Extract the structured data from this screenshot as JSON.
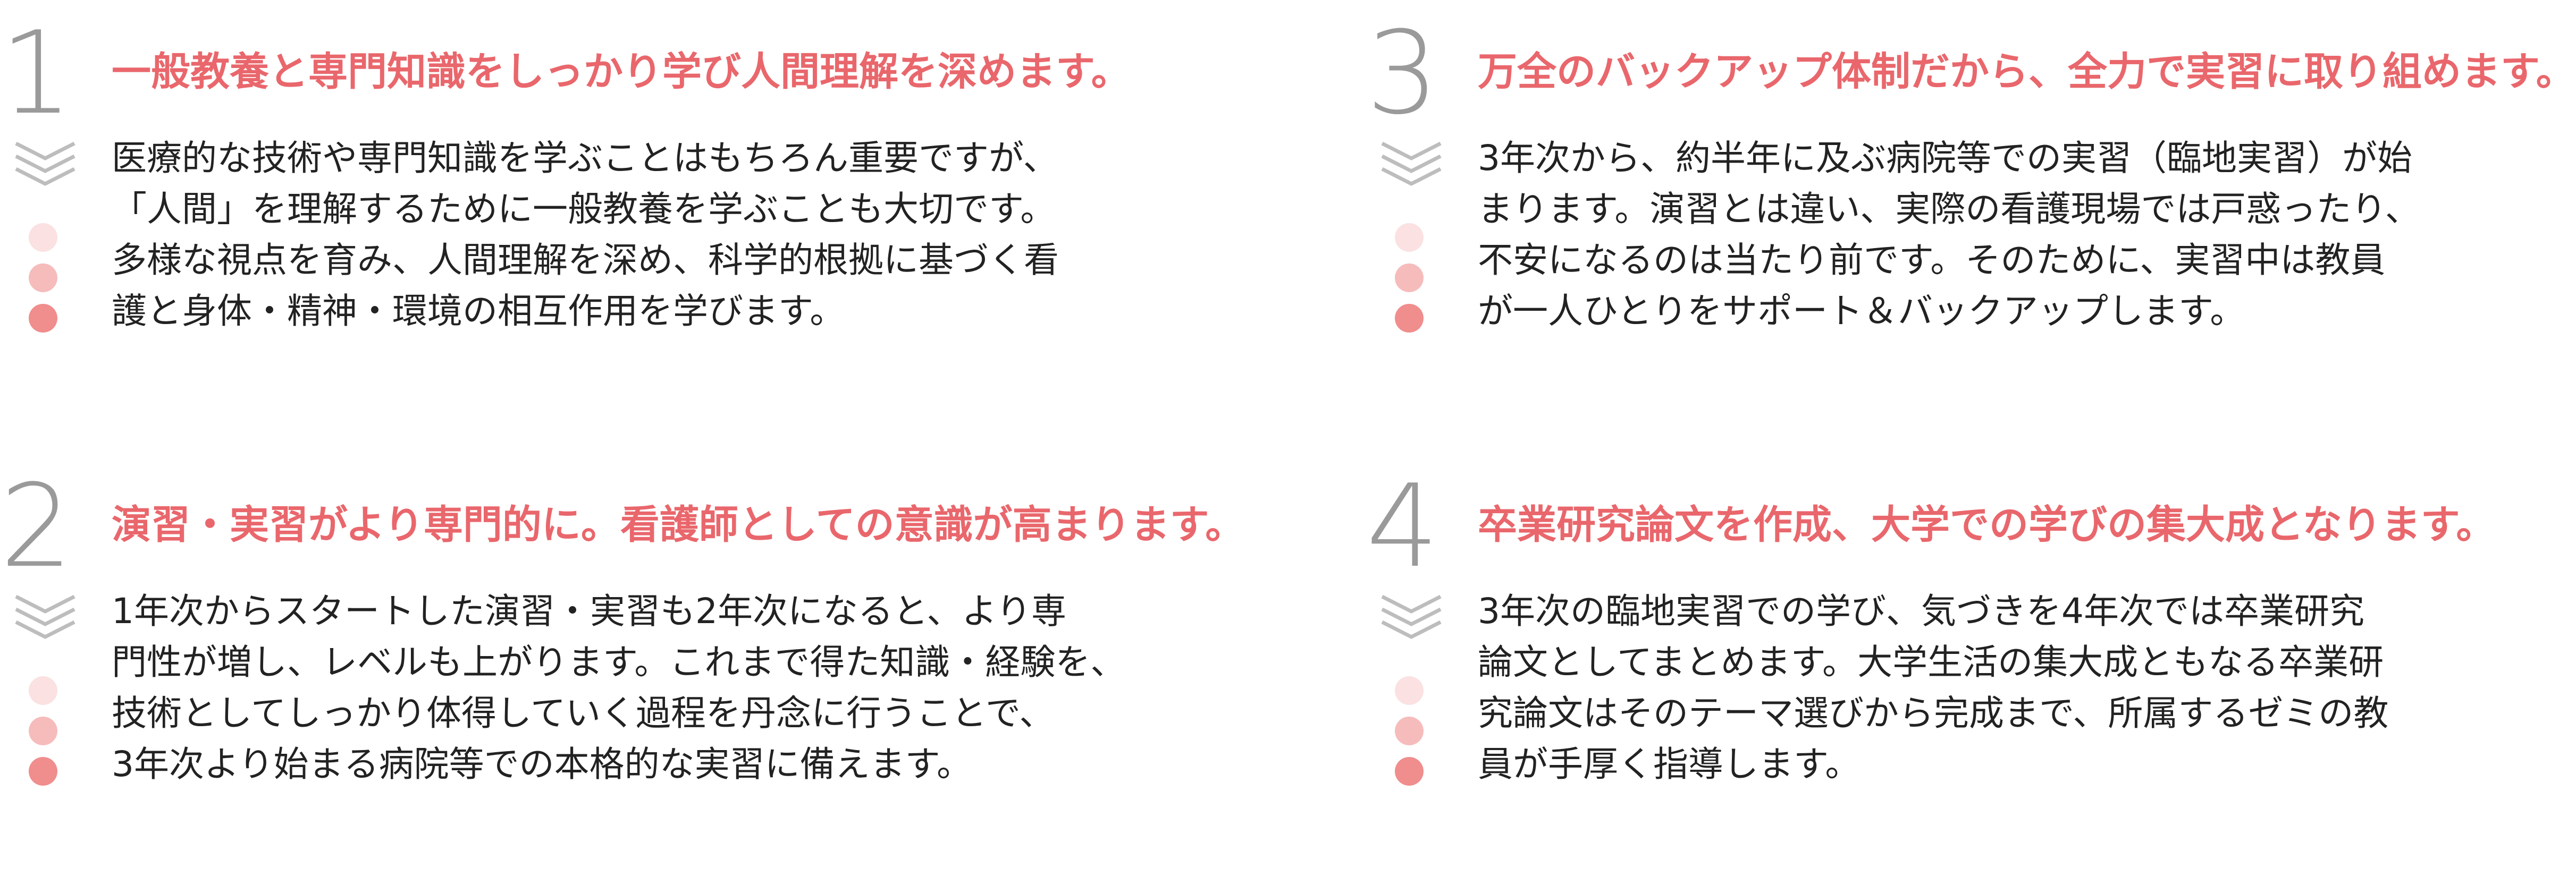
{
  "steps": [
    {
      "number": "1",
      "title": "一般教養と専門知識をしっかり学び人間理解を深めます。",
      "lines": [
        "医療的な技術や専門知識を学ぶことはもちろん重要ですが、",
        "「人間」を理解するために一般教養を学ぶことも大切です。",
        "多様な視点を育み、人間理解を深め、科学的根拠に基づく看",
        "護と身体・精神・環境の相互作用を学びます。"
      ]
    },
    {
      "number": "2",
      "title": "演習・実習がより専門的に。看護師としての意識が高まります。",
      "lines": [
        "1年次からスタートした演習・実習も2年次になると、より専",
        "門性が増し、レベルも上がります。これまで得た知識・経験を、",
        "技術としてしっかり体得していく過程を丹念に行うことで、",
        "3年次より始まる病院等での本格的な実習に備えます。"
      ]
    },
    {
      "number": "3",
      "title": "万全のバックアップ体制だから、全力で実習に取り組めます。",
      "lines": [
        "3年次から、約半年に及ぶ病院等での実習（臨地実習）が始",
        "まります。演習とは違い、実際の看護現場では戸惑ったり、",
        "不安になるのは当たり前です。そのために、実習中は教員",
        "が一人ひとりをサポート＆バックアップします。"
      ]
    },
    {
      "number": "4",
      "title": "卒業研究論文を作成、大学での学びの集大成となります。",
      "lines": [
        "3年次の臨地実習での学び、気づきを4年次では卒業研究",
        "論文としてまとめます。大学生活の集大成ともなる卒業研",
        "究論文はそのテーマ選びから完成まで、所属するゼミの教",
        "員が手厚く指導します。"
      ]
    }
  ]
}
